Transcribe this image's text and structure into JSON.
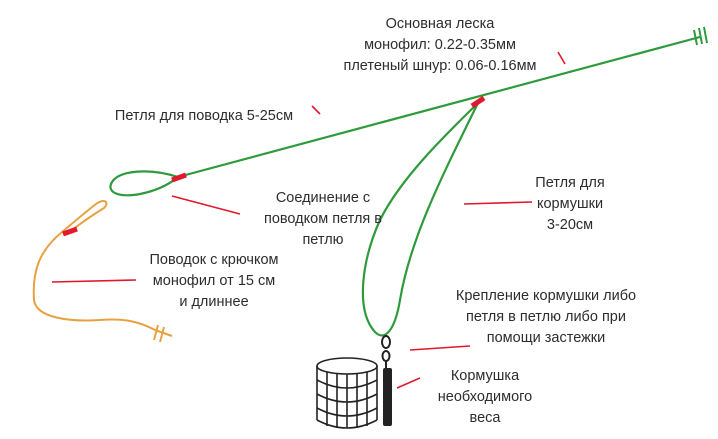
{
  "colors": {
    "main_line": "#2e9a3c",
    "leader_line": "#e8a040",
    "marker": "#e0192c",
    "feeder": "#222222",
    "text": "#2d2d2d"
  },
  "labels": {
    "main_line": [
      "Основная леска",
      "монофил: 0.22-0.35мм",
      "плетеный шнур: 0.06-0.16мм"
    ],
    "leader_loop": [
      "Петля для поводка 5-25см"
    ],
    "loop_connection": [
      "Соединение с",
      "поводком петля в",
      "петлю"
    ],
    "feeder_loop": [
      "Петля для",
      "кормушки",
      "3-20см"
    ],
    "hook_leader": [
      "Поводок с крючком",
      "монофил от 15 см",
      "и длиннее"
    ],
    "feeder_attachment": [
      "Крепление кормушки либо",
      "петля в петлю либо при",
      "помощи застежки"
    ],
    "feeder": [
      "Кормушка",
      "необходимого",
      "веса"
    ]
  }
}
